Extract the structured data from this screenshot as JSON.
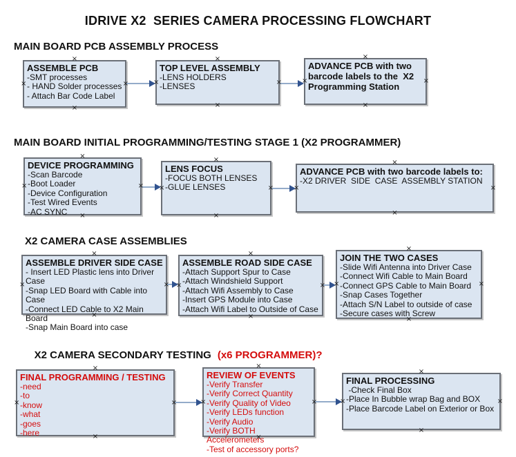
{
  "title": "IDRIVE X2  SERIES CAMERA PROCESSING FLOWCHART",
  "glyphs": {
    "anchor": "×"
  },
  "colors": {
    "box_fill": "#dbe5f1",
    "box_border": "#6a6f77",
    "arrow_line": "#93abc9",
    "arrow_head": "#31538f",
    "red_text": "#d40c0c",
    "text": "#111111"
  },
  "sections": [
    {
      "heading": "MAIN BOARD PCB ASSEMBLY PROCESS",
      "boxes": [
        {
          "title": "ASSEMBLE PCB",
          "items": [
            "-SMT processes",
            "- HAND Solder processes",
            "- Attach Bar Code Label"
          ]
        },
        {
          "title": "TOP LEVEL ASSEMBLY",
          "items": [
            "-LENS HOLDERS",
            "-LENSES"
          ]
        },
        {
          "title": "ADVANCE PCB with two barcode labels to the  X2 Programming Station",
          "items": []
        }
      ]
    },
    {
      "heading": "MAIN BOARD INITIAL PROGRAMMING/TESTING STAGE 1 (X2 PROGRAMMER)",
      "boxes": [
        {
          "title": "DEVICE PROGRAMMING",
          "items": [
            "-Scan Barcode",
            "-Boot Loader",
            "-Device Configuration",
            "-Test Wired Events",
            "-AC SYNC"
          ]
        },
        {
          "title": "LENS FOCUS",
          "items": [
            "-FOCUS BOTH LENSES",
            "-GLUE LENSES"
          ]
        },
        {
          "title": "ADVANCE PCB with two barcode labels to:",
          "items": [
            "-X2 DRIVER  SIDE  CASE  ASSEMBLY STATION"
          ]
        }
      ]
    },
    {
      "heading": "X2 CAMERA CASE ASSEMBLIES",
      "boxes": [
        {
          "title": "ASSEMBLE DRIVER SIDE CASE",
          "items": [
            "- Insert LED Plastic lens into Driver Case",
            "-Snap LED Board with Cable into Case",
            "-Connect LED Cable to X2 Main Board",
            "-Snap Main Board into case"
          ]
        },
        {
          "title": "ASSEMBLE ROAD SIDE CASE",
          "items": [
            "-Attach Support Spur to Case",
            "-Attach Windshield Support",
            "-Attach Wifi Assembly to Case",
            "-Insert GPS Module into Case",
            "-Attach Wifi Label to Outside of Case"
          ]
        },
        {
          "title": "JOIN THE TWO CASES",
          "items": [
            "-Slide Wifi Antenna into Driver Case",
            "-Connect Wifi Cable to Main Board",
            "-Connect GPS Cable to Main Board",
            "-Snap Cases Together",
            "-Attach S/N Label to outside of case",
            "-Secure cases with Screw"
          ]
        }
      ]
    },
    {
      "heading": "X2 CAMERA SECONDARY TESTING",
      "heading_red": "(x6 PROGRAMMER)?",
      "boxes": [
        {
          "title": "FINAL PROGRAMMING / TESTING",
          "items": [
            "-need",
            "-to",
            "-know",
            "-what",
            "-goes",
            "-here"
          ]
        },
        {
          "title": "REVIEW OF EVENTS",
          "items": [
            "-Verify Transfer",
            "-Verify Correct Quantity",
            "-Verify Quality of Video",
            "-Verify LEDs function",
            "-Verify Audio",
            "-Verify BOTH Accelerometers",
            "-Test of accessory ports?"
          ]
        },
        {
          "title": "FINAL PROCESSING",
          "items": [
            " -Check Final Box",
            "-Place In Bubble wrap Bag and BOX",
            "-Place Barcode Label on Exterior or Box"
          ]
        }
      ]
    }
  ]
}
